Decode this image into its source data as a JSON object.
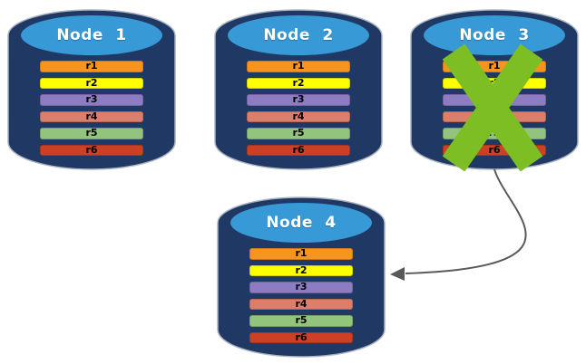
{
  "diagram": {
    "type": "database-replication-failover",
    "background": "#FFFFFF",
    "nodes": [
      {
        "label": "Node 1",
        "status": "active",
        "rows": [
          {
            "label": "r1",
            "color": "#F7941E"
          },
          {
            "label": "r2",
            "color": "#FFFF00"
          },
          {
            "label": "r3",
            "color": "#8E7CC3"
          },
          {
            "label": "r4",
            "color": "#DD7E6B"
          },
          {
            "label": "r5",
            "color": "#93C47D"
          },
          {
            "label": "r6",
            "color": "#CC4125"
          }
        ]
      },
      {
        "label": "Node 2",
        "status": "active",
        "rows": [
          {
            "label": "r1",
            "color": "#F7941E"
          },
          {
            "label": "r2",
            "color": "#FFFF00"
          },
          {
            "label": "r3",
            "color": "#8E7CC3"
          },
          {
            "label": "r4",
            "color": "#DD7E6B"
          },
          {
            "label": "r5",
            "color": "#93C47D"
          },
          {
            "label": "r6",
            "color": "#CC4125"
          }
        ]
      },
      {
        "label": "Node 3",
        "status": "failed",
        "rows": [
          {
            "label": "r1",
            "color": "#F7941E"
          },
          {
            "label": "r2",
            "color": "#FFFF00"
          },
          {
            "label": "r3",
            "color": "#8E7CC3"
          },
          {
            "label": "r4",
            "color": "#DD7E6B"
          },
          {
            "label": "r5",
            "color": "#93C47D"
          },
          {
            "label": "r6",
            "color": "#CC4125"
          }
        ]
      },
      {
        "label": "Node 4",
        "status": "active",
        "rows": [
          {
            "label": "r1",
            "color": "#F7941E"
          },
          {
            "label": "r2",
            "color": "#FFFF00"
          },
          {
            "label": "r3",
            "color": "#8E7CC3"
          },
          {
            "label": "r4",
            "color": "#DD7E6B"
          },
          {
            "label": "r5",
            "color": "#93C47D"
          },
          {
            "label": "r6",
            "color": "#CC4125"
          }
        ]
      }
    ],
    "arrow": {
      "from": "Node 3",
      "to": "Node 4",
      "color": "#595959"
    },
    "colors": {
      "cylinder_body": "#1F3864",
      "cylinder_top": "#3799D6",
      "cylinder_outline": "#A9B4C0",
      "failure_x": "#7CBE23",
      "node_label": "#FFFFFF",
      "row_label": "#000000",
      "background": "#FFFFFF"
    }
  }
}
